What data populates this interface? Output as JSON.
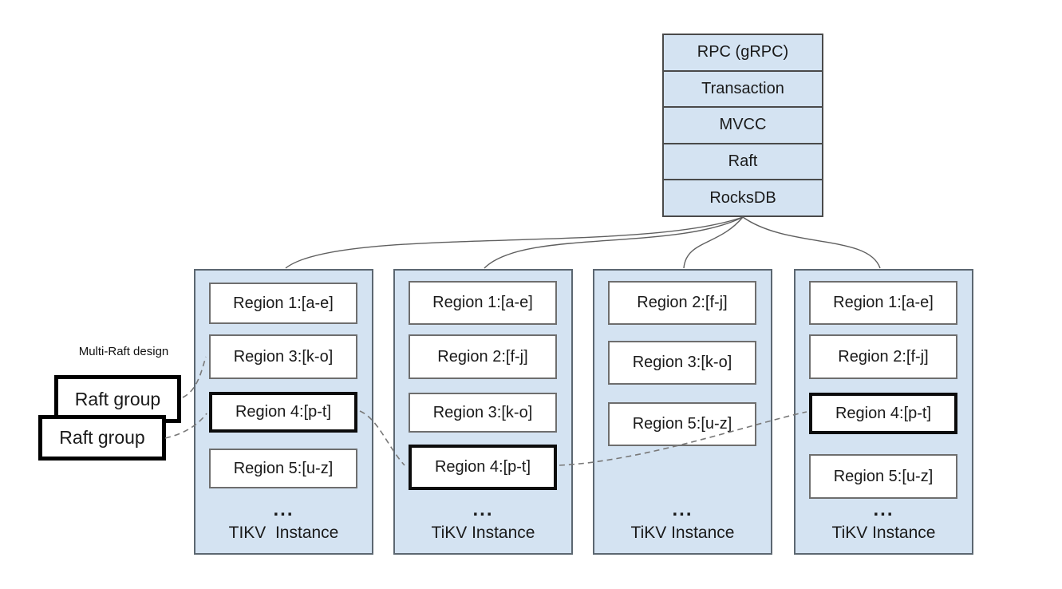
{
  "stack": {
    "layers": [
      {
        "label": "RPC (gRPC)"
      },
      {
        "label": "Transaction"
      },
      {
        "label": "MVCC"
      },
      {
        "label": "Raft"
      },
      {
        "label": "RocksDB"
      }
    ]
  },
  "multi_raft": {
    "caption": "Multi-Raft design",
    "groups": [
      {
        "label": "Raft group"
      },
      {
        "label": "Raft group"
      }
    ]
  },
  "instances": [
    {
      "name": "TIKV  Instance",
      "ellipsis": "...",
      "regions": [
        {
          "label": "Region 1:[a-e]",
          "emphasized": false
        },
        {
          "label": "Region 3:[k-o]",
          "emphasized": false
        },
        {
          "label": "Region 4:[p-t]",
          "emphasized": true
        },
        {
          "label": "Region 5:[u-z]",
          "emphasized": false
        }
      ]
    },
    {
      "name": "TiKV Instance",
      "ellipsis": "...",
      "regions": [
        {
          "label": "Region 1:[a-e]",
          "emphasized": false
        },
        {
          "label": "Region 2:[f-j]",
          "emphasized": false
        },
        {
          "label": "Region 3:[k-o]",
          "emphasized": false
        },
        {
          "label": "Region 4:[p-t]",
          "emphasized": true
        }
      ]
    },
    {
      "name": "TiKV Instance",
      "ellipsis": "...",
      "regions": [
        {
          "label": "Region 2:[f-j]",
          "emphasized": false
        },
        {
          "label": "Region 3:[k-o]",
          "emphasized": false
        },
        {
          "label": "Region 5:[u-z]",
          "emphasized": false
        }
      ]
    },
    {
      "name": "TiKV Instance",
      "ellipsis": "...",
      "regions": [
        {
          "label": "Region 1:[a-e]",
          "emphasized": false
        },
        {
          "label": "Region 2:[f-j]",
          "emphasized": false
        },
        {
          "label": "Region 4:[p-t]",
          "emphasized": true
        },
        {
          "label": "Region 5:[u-z]",
          "emphasized": false
        }
      ]
    }
  ],
  "colors": {
    "text": "#1a1a1a",
    "box_fill": "#d4e3f2",
    "box_border": "#4a4a4a",
    "instance_border": "#5c6771",
    "region_border": "#6e6e6e",
    "emphasis": "#0c0c0c",
    "connector": "#5f5f5f",
    "dashed": "#787878"
  }
}
